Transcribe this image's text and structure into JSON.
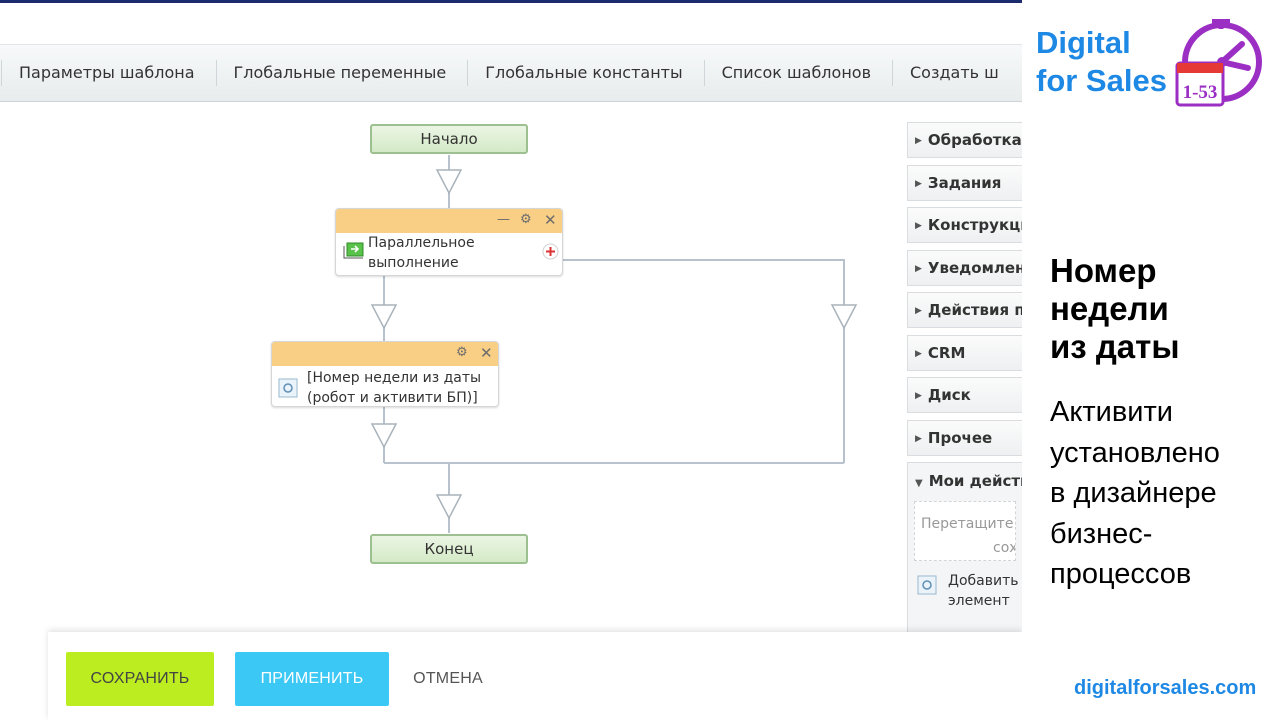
{
  "toolbar": {
    "items": [
      "Параметры шаблона",
      "Глобальные переменные",
      "Глобальные константы",
      "Список шаблонов",
      "Создать ш"
    ]
  },
  "diagram": {
    "start_label": "Начало",
    "end_label": "Конец",
    "parallel": {
      "line1": "Параллельное",
      "line2": "выполнение"
    },
    "activity": {
      "line1": "[Номер недели из даты",
      "line2": "(робот и активити БП)]"
    }
  },
  "sidebar": {
    "items": [
      "Обработка д",
      "Задания",
      "Конструкци",
      "Уведомлени",
      "Действия пр",
      "CRM",
      "Диск",
      "Прочее"
    ],
    "open_group": "Мои действ",
    "drop_hint": {
      "line1": "Перетащите с",
      "line2": "сох"
    },
    "add_item": {
      "line1": "Добавить к",
      "line2": "элемент"
    }
  },
  "footer": {
    "save_label": "СОХРАНИТЬ",
    "apply_label": "ПРИМЕНИТЬ",
    "cancel_label": "ОТМЕНА"
  },
  "panel": {
    "logo": {
      "line1": "Digital",
      "line2": "for Sales",
      "badge": "1-53"
    },
    "title": [
      "Номер",
      "недели",
      "из даты"
    ],
    "description": [
      "Активити",
      "установлено",
      "в дизайнере",
      "бизнес-",
      "процессов"
    ],
    "site": "digitalforsales.com"
  },
  "colors": {
    "accent_blue": "#1e88e5",
    "save_green": "#bbed21",
    "apply_blue": "#3bc8f5",
    "activity_header": "#f8cf85",
    "logo_purple": "#9b2fc4"
  }
}
